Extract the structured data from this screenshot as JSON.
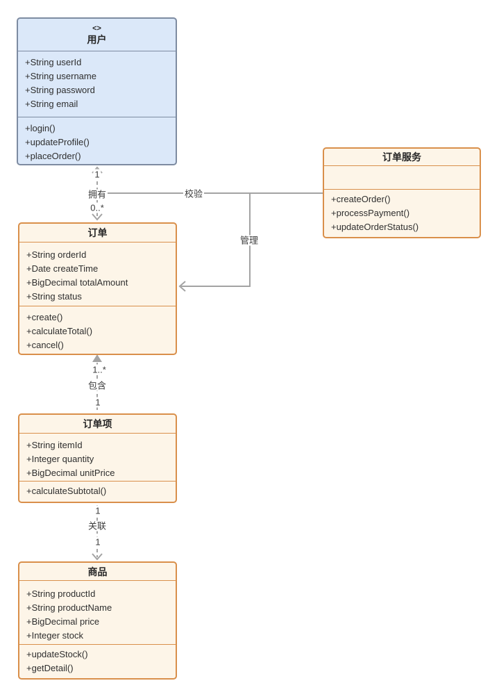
{
  "diagram": {
    "colors": {
      "user_class_fill": "#dbe8f9",
      "user_class_border": "#7d8ba1",
      "entity_class_fill": "#fdf5e8",
      "entity_class_border": "#d98f4a",
      "connector": "#a3a3a3"
    },
    "classes": [
      {
        "stereotype": "<>",
        "name": "用户",
        "attributes": [
          "+String userId",
          "+String username",
          "+String password",
          "+String email"
        ],
        "methods": [
          "+login()",
          "+updateProfile()",
          "+placeOrder()"
        ]
      },
      {
        "name": "订单服务",
        "attributes": [],
        "methods": [
          "+createOrder()",
          "+processPayment()",
          "+updateOrderStatus()"
        ]
      },
      {
        "name": "订单",
        "attributes": [
          "+String orderId",
          "+Date createTime",
          "+BigDecimal totalAmount",
          "+String status"
        ],
        "methods": [
          "+create()",
          "+calculateTotal()",
          "+cancel()"
        ]
      },
      {
        "name": "订单项",
        "attributes": [
          "+String itemId",
          "+Integer quantity",
          "+BigDecimal unitPrice"
        ],
        "methods": [
          "+calculateSubtotal()"
        ]
      },
      {
        "name": "商品",
        "attributes": [
          "+String productId",
          "+String productName",
          "+BigDecimal price",
          "+Integer stock"
        ],
        "methods": [
          "+updateStock()",
          "+getDetail()"
        ]
      }
    ],
    "relationships": [
      {
        "label": "拥有",
        "from": "用户",
        "to": "订单",
        "source_multiplicity": "1",
        "target_multiplicity": "0..*",
        "arrow_style": "open-arrow"
      },
      {
        "label": "校验",
        "from": "订单服务",
        "to": "用户",
        "arrow_style": "open-arrow"
      },
      {
        "label": "管理",
        "from": "订单服务",
        "to": "订单",
        "arrow_style": "open-arrow"
      },
      {
        "label": "包含",
        "from": "订单项",
        "to": "订单",
        "source_multiplicity": "1",
        "target_multiplicity": "1..*",
        "arrow_style": "filled-triangle"
      },
      {
        "label": "关联",
        "from": "订单项",
        "to": "商品",
        "source_multiplicity": "1",
        "target_multiplicity": "1",
        "arrow_style": "open-arrow"
      }
    ]
  }
}
